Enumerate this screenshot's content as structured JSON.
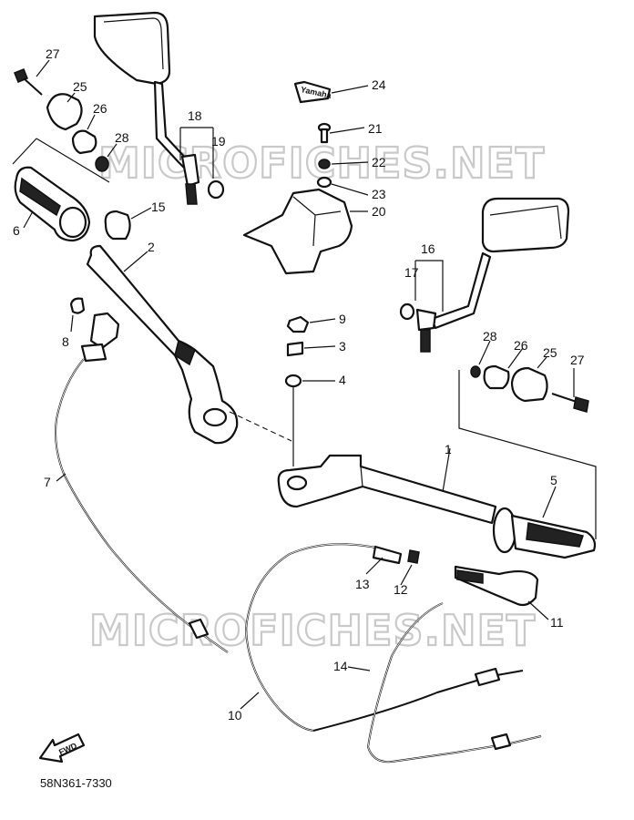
{
  "watermark": {
    "top_text": "MICROFICHES.NET",
    "bottom_text": "MICROFICHES.NET"
  },
  "diagram_code": "58N361-7330",
  "forward_label": "FWD",
  "bracket_mark": "Yamaha",
  "callouts": [
    {
      "id": "27a",
      "label": "27"
    },
    {
      "id": "25a",
      "label": "25"
    },
    {
      "id": "26a",
      "label": "26"
    },
    {
      "id": "28a",
      "label": "28"
    },
    {
      "id": "6",
      "label": "6"
    },
    {
      "id": "15",
      "label": "15"
    },
    {
      "id": "2",
      "label": "2"
    },
    {
      "id": "18",
      "label": "18"
    },
    {
      "id": "19",
      "label": "19"
    },
    {
      "id": "24",
      "label": "24"
    },
    {
      "id": "21",
      "label": "21"
    },
    {
      "id": "22",
      "label": "22"
    },
    {
      "id": "23",
      "label": "23"
    },
    {
      "id": "20",
      "label": "20"
    },
    {
      "id": "16",
      "label": "16"
    },
    {
      "id": "17",
      "label": "17"
    },
    {
      "id": "8",
      "label": "8"
    },
    {
      "id": "9",
      "label": "9"
    },
    {
      "id": "3",
      "label": "3"
    },
    {
      "id": "4",
      "label": "4"
    },
    {
      "id": "28b",
      "label": "28"
    },
    {
      "id": "26b",
      "label": "26"
    },
    {
      "id": "25b",
      "label": "25"
    },
    {
      "id": "27b",
      "label": "27"
    },
    {
      "id": "7",
      "label": "7"
    },
    {
      "id": "1",
      "label": "1"
    },
    {
      "id": "5",
      "label": "5"
    },
    {
      "id": "13",
      "label": "13"
    },
    {
      "id": "12",
      "label": "12"
    },
    {
      "id": "11",
      "label": "11"
    },
    {
      "id": "14",
      "label": "14"
    },
    {
      "id": "10",
      "label": "10"
    }
  ]
}
